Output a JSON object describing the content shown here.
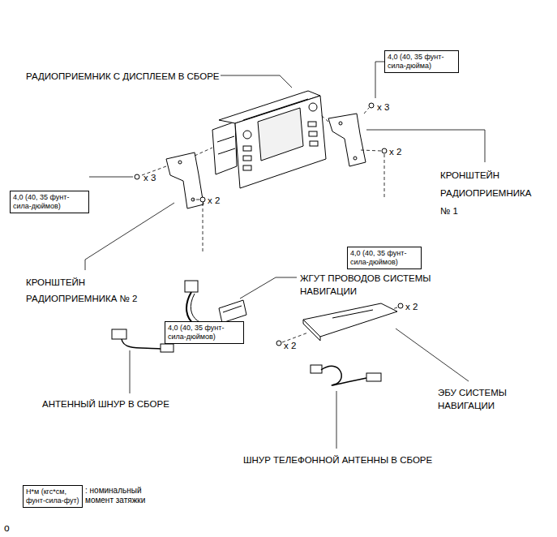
{
  "diagram": {
    "nodes": [
      {
        "text": [
          "4,0 (40, 35 фунт-сила-дюйма)"
        ]
      },
      {
        "text": [
          "4,0 (40, 35 фунт-сила-дюймов)"
        ]
      },
      {
        "text": [
          "4,0 (40, 35 фунт-сила-дюймов)"
        ]
      },
      {
        "text": [
          "4,0 (40, 35 фунт-сила-дюймов)"
        ]
      },
      {
        "text": [
          "Н*м (кгс*см, фунт-сила-фут)",
          ": номинальный момент затяжки"
        ]
      }
    ],
    "labels": [
      "РАДИОПРИЕМНИК С ДИСПЛЕЕМ В СБОРЕ",
      "x 3",
      "x 2",
      "КРОНШТЕЙН РАДИОПРИЕМНИКА № 1",
      "x 3",
      "x 2",
      "КРОНШТЕЙН РАДИОПРИЕМНИКА № 2",
      "ЖГУТ ПРОВОДОВ СИСТЕМЫ НАВИГАЦИИ",
      "АНТЕННЫЙ ШНУР В СБОРЕ",
      "x 2",
      "x 2",
      "ЭБУ СИСТЕМЫ НАВИГАЦИИ",
      "ШНУР ТЕЛЕФОННОЙ АНТЕННЫ В СБОРЕ",
      "o"
    ]
  }
}
